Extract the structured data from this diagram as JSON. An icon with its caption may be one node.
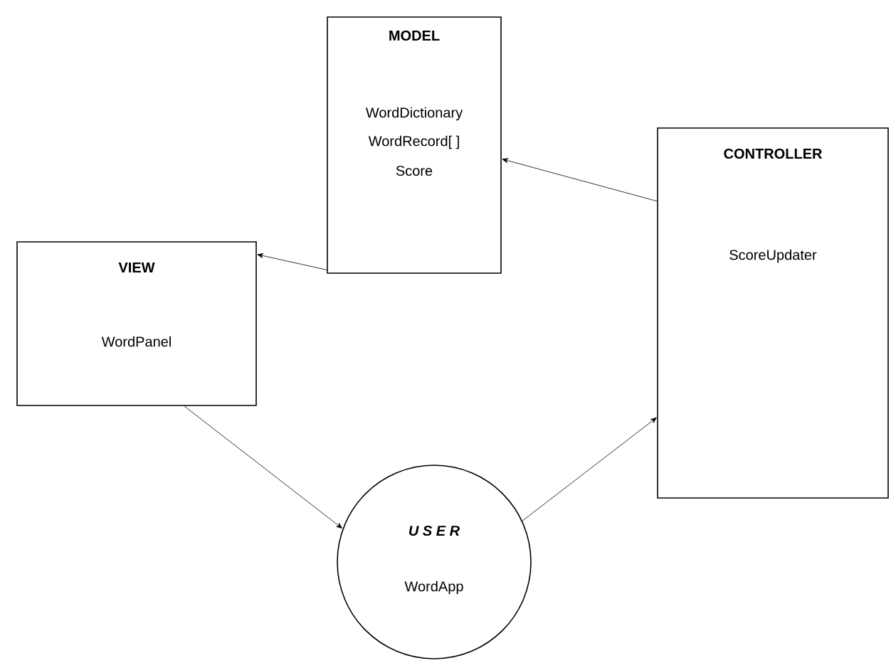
{
  "diagram": {
    "nodes": [
      {
        "text": [
          "MODEL",
          "WordDictionary",
          "WordRecord[ ]",
          "Score"
        ]
      },
      {
        "text": [
          "CONTROLLER",
          "ScoreUpdater"
        ]
      },
      {
        "text": [
          "VIEW",
          "WordPanel"
        ]
      },
      {
        "text": [
          "U S E R",
          "WordApp"
        ]
      }
    ],
    "edges": [
      {
        "from": 1,
        "to": 0,
        "arrow": "to"
      },
      {
        "from": 0,
        "to": 2,
        "arrow": "to"
      },
      {
        "from": 2,
        "to": 3,
        "arrow": "to"
      },
      {
        "from": 3,
        "to": 1,
        "arrow": "to"
      }
    ]
  }
}
